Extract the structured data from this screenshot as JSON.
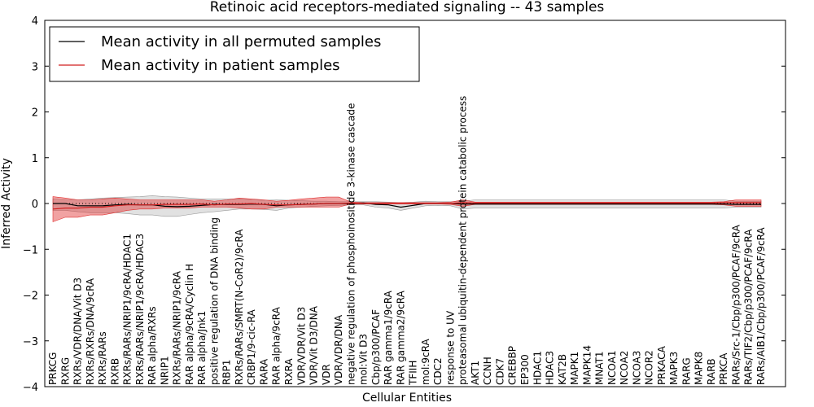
{
  "chart_data": {
    "type": "line",
    "title": "Retinoic acid receptors-mediated signaling -- 43 samples",
    "xlabel": "Cellular Entities",
    "ylabel": "Inferred Activity",
    "ylim": [
      -4,
      4
    ],
    "yticks": [
      "−4",
      "−3",
      "−2",
      "−1",
      "0",
      "1",
      "2",
      "3",
      "4"
    ],
    "grid": false,
    "legend_position": "top-left",
    "categories": [
      "PRKCG",
      "RXRG",
      "RXRs/VDR/DNA/Vit D3",
      "RXRs/RXRs/DNA/9cRA",
      "RXRs/RARs",
      "RXRB",
      "RXRs/RARs/NRIP1/9cRA/HDAC1",
      "RXRs/RARs/NRIP1/9cRA/HDAC3",
      "RAR alpha/RXRs",
      "NRIP1",
      "RXRs/RARs/NRIP1/9cRA",
      "RAR alpha/9cRA/Cyclin H",
      "RAR alpha/Jnk1",
      "positive regulation of DNA binding",
      "RBP1",
      "RXRs/RARs/SMRT(N-CoR2)/9cRA",
      "CRBP1/9-cic-RA",
      "RARA",
      "RAR alpha/9cRA",
      "RXRA",
      "VDR/VDR/Vit D3",
      "VDR/Vit D3/DNA",
      "VDR",
      "VDR/VDR/DNA",
      "negative regulation of phosphoinositide 3-kinase cascade",
      "mol:Vit D3",
      "Cbp/p300/PCAF",
      "RAR gamma1/9cRA",
      "RAR gamma2/9cRA",
      "TFIIH",
      "mol:9cRA",
      "CDC2",
      "response to UV",
      "proteasomal ubiquitin-dependent protein catabolic process",
      "AKT1",
      "CCNH",
      "CDK7",
      "CREBBP",
      "EP300",
      "HDAC1",
      "HDAC3",
      "KAT2B",
      "MAPK1",
      "MAPK14",
      "MNAT1",
      "NCOA1",
      "NCOA2",
      "NCOA3",
      "NCOR2",
      "PRKACA",
      "MAPK3",
      "RARG",
      "MAPK8",
      "RARB",
      "PRKCA",
      "RARs/Src-1/Cbp/p300/PCAF/9cRA",
      "RARs/TIF2/Cbp/p300/PCAF/9cRA",
      "RARs/AIB1/Cbp/p300/PCAF/9cRA"
    ],
    "series": [
      {
        "name": "Mean activity in all permuted samples",
        "color": "#000000",
        "values": [
          0.0,
          0.0,
          -0.05,
          -0.05,
          -0.05,
          -0.03,
          -0.02,
          -0.03,
          -0.03,
          -0.06,
          -0.07,
          -0.06,
          -0.04,
          -0.02,
          -0.02,
          -0.02,
          -0.01,
          -0.02,
          -0.05,
          -0.03,
          -0.02,
          -0.01,
          0.0,
          0.0,
          0.0,
          0.01,
          -0.02,
          -0.03,
          -0.08,
          -0.04,
          0.0,
          0.0,
          0.0,
          -0.01,
          -0.01,
          -0.01,
          -0.01,
          -0.01,
          -0.01,
          -0.01,
          -0.01,
          -0.01,
          -0.01,
          -0.01,
          -0.01,
          -0.01,
          -0.01,
          -0.01,
          -0.01,
          -0.01,
          -0.01,
          -0.01,
          -0.01,
          -0.01,
          -0.01,
          -0.02,
          -0.02,
          -0.02
        ],
        "band_low": [
          -0.15,
          -0.15,
          -0.18,
          -0.2,
          -0.2,
          -0.2,
          -0.22,
          -0.25,
          -0.25,
          -0.28,
          -0.28,
          -0.24,
          -0.2,
          -0.18,
          -0.15,
          -0.12,
          -0.12,
          -0.13,
          -0.15,
          -0.1,
          -0.08,
          -0.06,
          -0.05,
          -0.04,
          -0.03,
          -0.03,
          -0.08,
          -0.1,
          -0.15,
          -0.1,
          -0.05,
          -0.04,
          -0.05,
          -0.12,
          -0.1,
          -0.1,
          -0.1,
          -0.1,
          -0.1,
          -0.1,
          -0.1,
          -0.1,
          -0.1,
          -0.1,
          -0.1,
          -0.1,
          -0.1,
          -0.1,
          -0.1,
          -0.1,
          -0.1,
          -0.1,
          -0.1,
          -0.1,
          -0.1,
          -0.08,
          -0.08,
          -0.08
        ],
        "band_high": [
          0.1,
          0.08,
          0.08,
          0.1,
          0.12,
          0.13,
          0.14,
          0.15,
          0.17,
          0.15,
          0.14,
          0.12,
          0.1,
          0.1,
          0.1,
          0.1,
          0.08,
          0.07,
          0.08,
          0.07,
          0.06,
          0.05,
          0.05,
          0.04,
          0.04,
          0.04,
          0.04,
          0.03,
          0.02,
          0.03,
          0.05,
          0.04,
          0.04,
          0.05,
          0.08,
          0.08,
          0.08,
          0.08,
          0.08,
          0.08,
          0.08,
          0.08,
          0.08,
          0.08,
          0.08,
          0.08,
          0.08,
          0.08,
          0.08,
          0.08,
          0.08,
          0.08,
          0.08,
          0.08,
          0.08,
          0.05,
          0.05,
          0.05
        ]
      },
      {
        "name": "Mean activity in patient samples",
        "color": "#d11f1f",
        "values": [
          -0.12,
          -0.1,
          -0.1,
          -0.08,
          -0.08,
          -0.05,
          -0.03,
          -0.03,
          -0.03,
          -0.02,
          -0.02,
          -0.02,
          -0.01,
          -0.03,
          -0.01,
          -0.01,
          0.0,
          -0.02,
          -0.03,
          -0.03,
          -0.02,
          -0.01,
          0.0,
          0.0,
          0.01,
          0.0,
          0.0,
          0.0,
          0.0,
          0.0,
          0.0,
          0.0,
          0.0,
          0.02,
          0.01,
          0.01,
          0.01,
          0.01,
          0.01,
          0.01,
          0.01,
          0.01,
          0.01,
          0.01,
          0.01,
          0.01,
          0.01,
          0.01,
          0.01,
          0.01,
          0.01,
          0.01,
          0.01,
          0.01,
          0.02,
          0.02,
          0.02,
          0.02
        ],
        "band_low": [
          -0.4,
          -0.3,
          -0.3,
          -0.25,
          -0.25,
          -0.2,
          -0.15,
          -0.12,
          -0.12,
          -0.1,
          -0.1,
          -0.1,
          -0.08,
          -0.08,
          -0.08,
          -0.1,
          -0.12,
          -0.12,
          -0.08,
          -0.08,
          -0.08,
          -0.08,
          -0.08,
          -0.08,
          -0.01,
          -0.01,
          -0.01,
          -0.01,
          -0.01,
          -0.01,
          -0.01,
          -0.01,
          -0.02,
          -0.06,
          -0.02,
          -0.02,
          -0.02,
          -0.02,
          -0.02,
          -0.02,
          -0.02,
          -0.02,
          -0.02,
          -0.02,
          -0.02,
          -0.02,
          -0.02,
          -0.02,
          -0.02,
          -0.02,
          -0.02,
          -0.02,
          -0.02,
          -0.02,
          -0.03,
          -0.06,
          -0.06,
          -0.06
        ],
        "band_high": [
          0.15,
          0.12,
          0.08,
          0.08,
          0.1,
          0.12,
          0.1,
          0.08,
          0.08,
          0.08,
          0.08,
          0.08,
          0.08,
          0.05,
          0.08,
          0.12,
          0.1,
          0.08,
          0.05,
          0.07,
          0.1,
          0.12,
          0.14,
          0.14,
          0.03,
          0.02,
          0.02,
          0.02,
          0.02,
          0.02,
          0.02,
          0.02,
          0.03,
          0.08,
          0.03,
          0.03,
          0.03,
          0.03,
          0.03,
          0.03,
          0.03,
          0.03,
          0.03,
          0.03,
          0.03,
          0.03,
          0.03,
          0.03,
          0.03,
          0.03,
          0.03,
          0.03,
          0.03,
          0.03,
          0.04,
          0.08,
          0.08,
          0.08
        ]
      }
    ],
    "reference_line": {
      "y": 0,
      "style": "dotted"
    }
  }
}
